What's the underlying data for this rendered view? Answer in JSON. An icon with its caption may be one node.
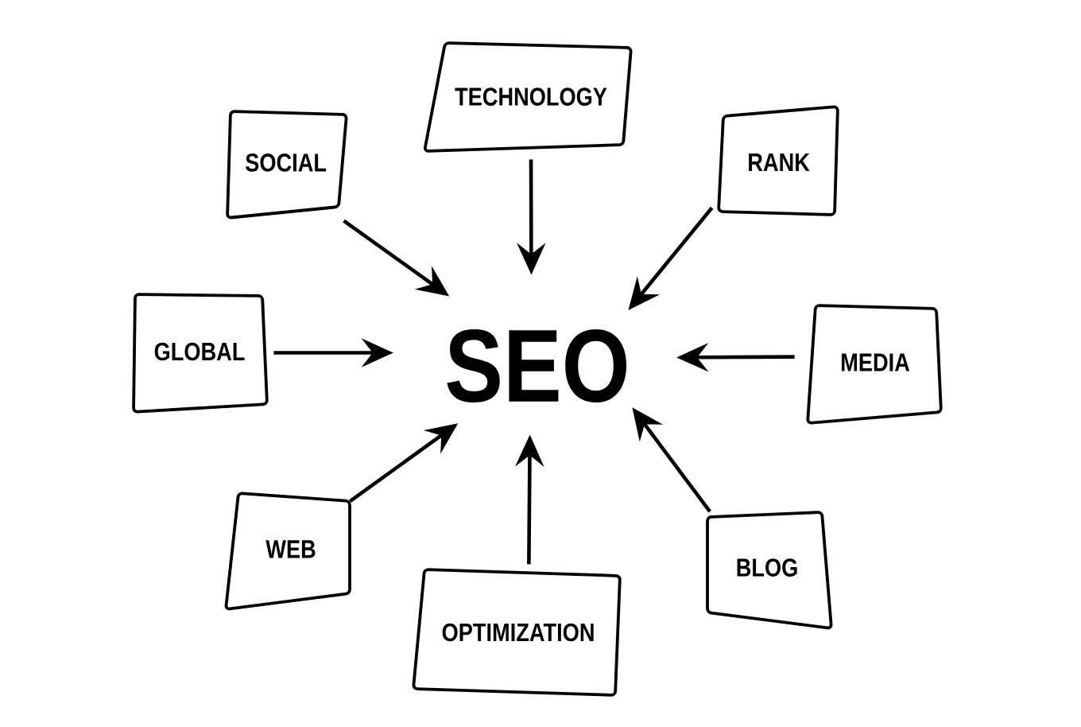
{
  "diagram": {
    "nodes": [
      {
        "text": [
          "TECHNOLOGY"
        ]
      },
      {
        "text": [
          "SOCIAL"
        ]
      },
      {
        "text": [
          "RANK"
        ]
      },
      {
        "text": [
          "GLOBAL"
        ]
      },
      {
        "text": [
          "SEO"
        ]
      },
      {
        "text": [
          "MEDIA"
        ]
      },
      {
        "text": [
          "WEB"
        ]
      },
      {
        "text": [
          "BLOG"
        ]
      },
      {
        "text": [
          "OPTIMIZATION"
        ]
      }
    ],
    "edges": [
      {
        "from": 0,
        "to": 4,
        "arrow": "to"
      },
      {
        "from": 1,
        "to": 4,
        "arrow": "to"
      },
      {
        "from": 2,
        "to": 4,
        "arrow": "to"
      },
      {
        "from": 3,
        "to": 4,
        "arrow": "to"
      },
      {
        "from": 5,
        "to": 4,
        "arrow": "to"
      },
      {
        "from": 6,
        "to": 4,
        "arrow": "to"
      },
      {
        "from": 7,
        "to": 4,
        "arrow": "to"
      },
      {
        "from": 8,
        "to": 4,
        "arrow": "to"
      }
    ]
  }
}
